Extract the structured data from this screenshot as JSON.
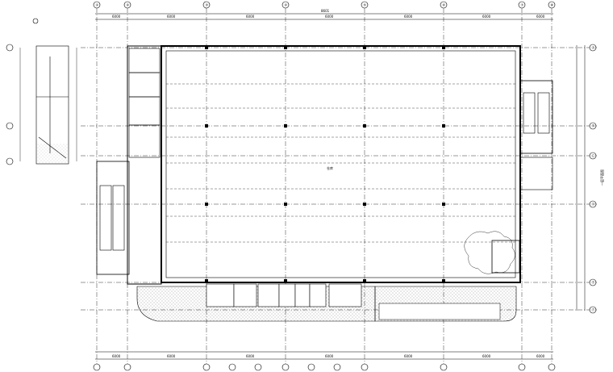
{
  "drawing": {
    "grid_top_labels": [
      "①",
      "②",
      "③",
      "④",
      "⑤",
      "⑥",
      "⑦",
      "⑧"
    ],
    "grid_right_labels": [
      "Ⓐ",
      "Ⓑ",
      "Ⓒ",
      "Ⓓ",
      "Ⓔ",
      "Ⓕ"
    ],
    "top_overall_dim": "8601",
    "top_dims": [
      "6000",
      "6000",
      "6000",
      "6000",
      "6000",
      "6000",
      "6000"
    ],
    "bottom_dims": [
      "6000",
      "6000",
      "6000",
      "6000",
      "6000",
      "6000",
      "6000"
    ],
    "right_side_text": "一层平面图",
    "center_mark": "仓库",
    "colors": {
      "line": "#000000",
      "hatch": "#9a9a9a"
    }
  }
}
